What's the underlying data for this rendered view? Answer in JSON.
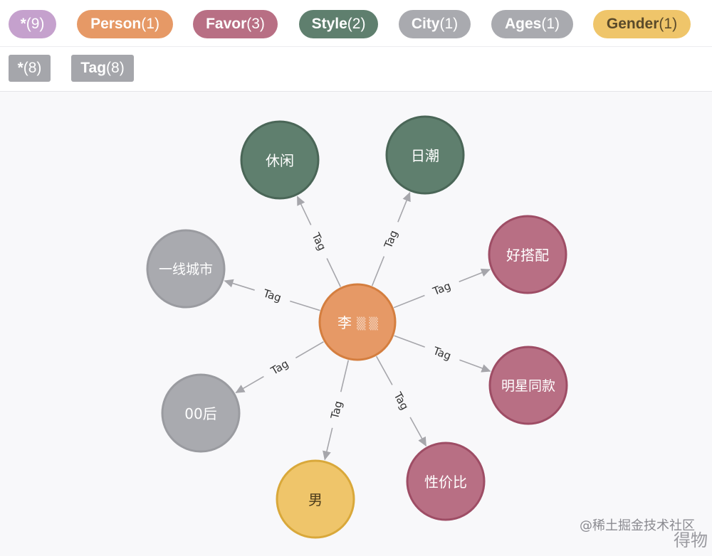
{
  "labels": [
    {
      "id": "all",
      "name": "*",
      "count": "(9)",
      "color": "#c5a1cd",
      "text_color": "#ffffff"
    },
    {
      "id": "person",
      "name": "Person",
      "count": "(1)",
      "color": "#e69966",
      "text_color": "#ffffff"
    },
    {
      "id": "favor",
      "name": "Favor",
      "count": "(3)",
      "color": "#b86f84",
      "text_color": "#ffffff"
    },
    {
      "id": "style",
      "name": "Style",
      "count": "(2)",
      "color": "#5f7f6e",
      "text_color": "#ffffff"
    },
    {
      "id": "city",
      "name": "City",
      "count": "(1)",
      "color": "#a9aaaf",
      "text_color": "#ffffff"
    },
    {
      "id": "ages",
      "name": "Ages",
      "count": "(1)",
      "color": "#a9aaaf",
      "text_color": "#ffffff"
    },
    {
      "id": "gender",
      "name": "Gender",
      "count": "(1)",
      "color": "#efc56a",
      "text_color": "#5a4a2a"
    }
  ],
  "relationships": [
    {
      "id": "all-rel",
      "name": "*",
      "count": "(8)"
    },
    {
      "id": "tag-rel",
      "name": "Tag",
      "count": "(8)"
    }
  ],
  "graph": {
    "center": {
      "label": "李",
      "blurred": "▒ ▒",
      "type": "person"
    },
    "edge_label": "Tag",
    "nodes": [
      {
        "id": "xiuxian",
        "label": "休闲",
        "type": "style"
      },
      {
        "id": "richao",
        "label": "日潮",
        "type": "style"
      },
      {
        "id": "haodapei",
        "label": "好搭配",
        "type": "favor"
      },
      {
        "id": "mingxing",
        "label": "明星同款",
        "type": "favor"
      },
      {
        "id": "xingjiabi",
        "label": "性价比",
        "type": "favor"
      },
      {
        "id": "nan",
        "label": "男",
        "type": "gender"
      },
      {
        "id": "00hou",
        "label": "00后",
        "type": "ages"
      },
      {
        "id": "yixian",
        "label": "一线城市",
        "type": "city"
      }
    ]
  },
  "colors": {
    "person_fill": "#e69966",
    "person_stroke": "#d47e3f",
    "favor_fill": "#b86f84",
    "favor_stroke": "#9e4d65",
    "style_fill": "#5f7f6e",
    "style_stroke": "#4a6657",
    "city_fill": "#a9aaaf",
    "city_stroke": "#9a9ba0",
    "gender_fill": "#efc56a",
    "gender_stroke": "#d9a83a",
    "edge": "#a6a6ab"
  },
  "watermark": "@稀土掘金技术社区",
  "watermark2": "得物"
}
